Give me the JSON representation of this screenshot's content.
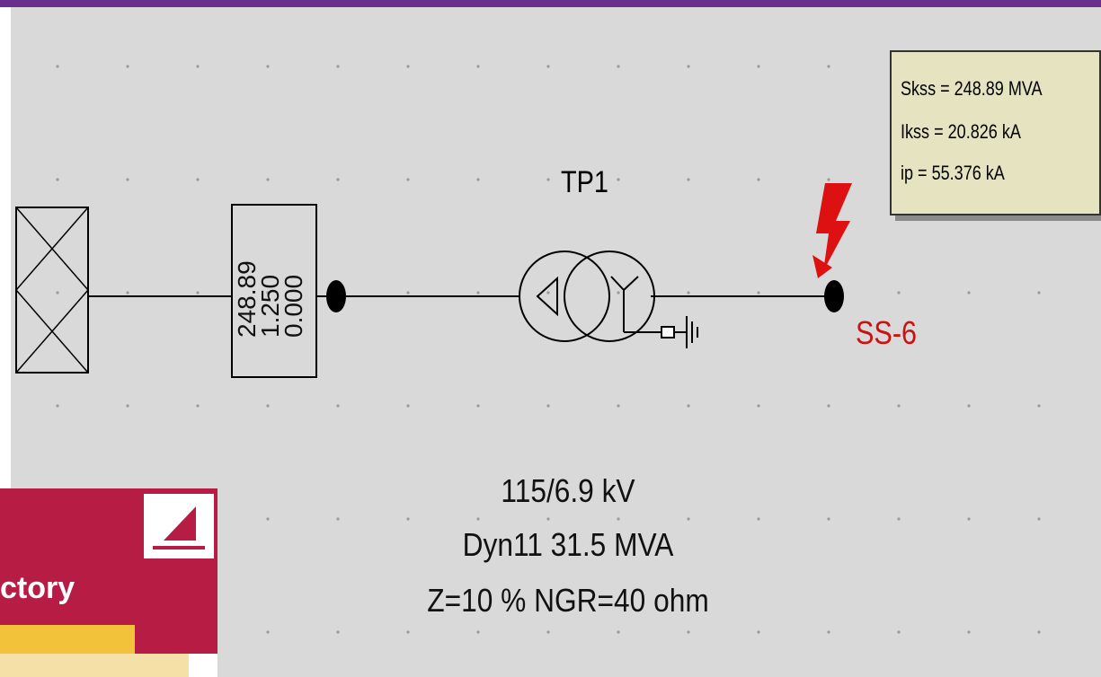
{
  "diagram": {
    "source_meter": [
      "248.89",
      "1.250",
      "0.000"
    ],
    "transformer": {
      "name": "TP1",
      "voltage": "115/6.9 kV",
      "rating": "Dyn11 31.5 MVA",
      "impedance": "Z=10 %  NGR=40 ohm"
    },
    "bus_label": "SS-6",
    "results": {
      "skss": "Skss = 248.89 MVA",
      "ikss": "Ikss = 20.826 kA",
      "ip": "ip = 55.376 kA"
    }
  },
  "book_cover": {
    "title_fragment": "ctory"
  },
  "colors": {
    "frame": "#6a2e8f",
    "canvas": "#d9d9d9",
    "fault": "#dd1111",
    "result_box": "#e6e3c0",
    "cover": "#b71c45"
  }
}
